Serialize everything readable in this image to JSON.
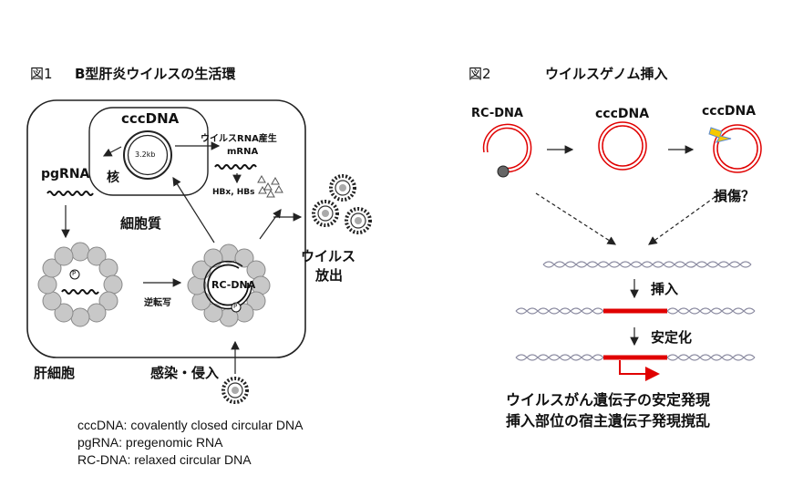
{
  "fig1": {
    "title_num": "図1",
    "title": "B型肝炎ウイルスの生活環",
    "cccdna": "cccDNA",
    "size": "3.2kb",
    "nucleus": "核",
    "mrna_production": "ウイルスRNA産生",
    "mrna": "mRNA",
    "proteins": "HBx, HBs",
    "pgrna": "pgRNA",
    "cytoplasm": "細胞質",
    "rcdna": "RC-DNA",
    "reverse_transcription": "逆転写",
    "p_marker": "P",
    "hepatocyte": "肝細胞",
    "infection": "感染・侵入",
    "virus_release_1": "ウイルス",
    "virus_release_2": "放出",
    "legend": [
      "cccDNA: covalently closed circular DNA",
      "pgRNA: pregenomic RNA",
      "RC-DNA: relaxed circular DNA"
    ]
  },
  "fig2": {
    "title_num": "図2",
    "title": "ウイルスゲノム挿入",
    "rcdna": "RC-DNA",
    "cccdna_1": "cccDNA",
    "cccdna_2": "cccDNA",
    "damage": "損傷？",
    "insertion": "挿入",
    "stabilization": "安定化",
    "conclusion_1": "ウイルスがん遺伝子の安定発現",
    "conclusion_2": "挿入部位の宿主遺伝子発現撹乱"
  },
  "colors": {
    "viral_dna": "#e00000",
    "dna_helix": "#8a8aa0"
  }
}
